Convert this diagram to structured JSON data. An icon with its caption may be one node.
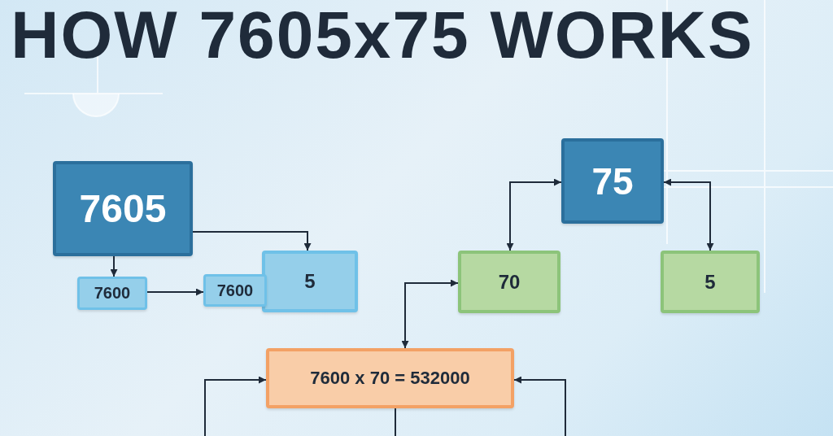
{
  "diagram": {
    "title": "HOW 7605x75 WORKS",
    "nodes": [
      {
        "text": [
          "7605"
        ]
      },
      {
        "text": [
          "7600"
        ]
      },
      {
        "text": [
          "7600"
        ]
      },
      {
        "text": [
          "5"
        ]
      },
      {
        "text": [
          "75"
        ]
      },
      {
        "text": [
          "70"
        ]
      },
      {
        "text": [
          "5"
        ]
      },
      {
        "text": [
          "7600 x 70 = 532000"
        ]
      }
    ],
    "edges": [
      {
        "from": 0,
        "to": 1,
        "arrow": "to"
      },
      {
        "from": 0,
        "to": 3,
        "arrow": "to"
      },
      {
        "from": 1,
        "to": 2,
        "arrow": "to"
      },
      {
        "from": 4,
        "to": 5,
        "arrow": "both"
      },
      {
        "from": 4,
        "to": 6,
        "arrow": "both"
      },
      {
        "from": 7,
        "to": 5,
        "arrow": "both"
      },
      {
        "from": null,
        "to": 7,
        "arrow": "to"
      },
      {
        "from": null,
        "to": 7,
        "arrow": "to"
      },
      {
        "from": 7,
        "to": null,
        "arrow": "none"
      }
    ]
  }
}
